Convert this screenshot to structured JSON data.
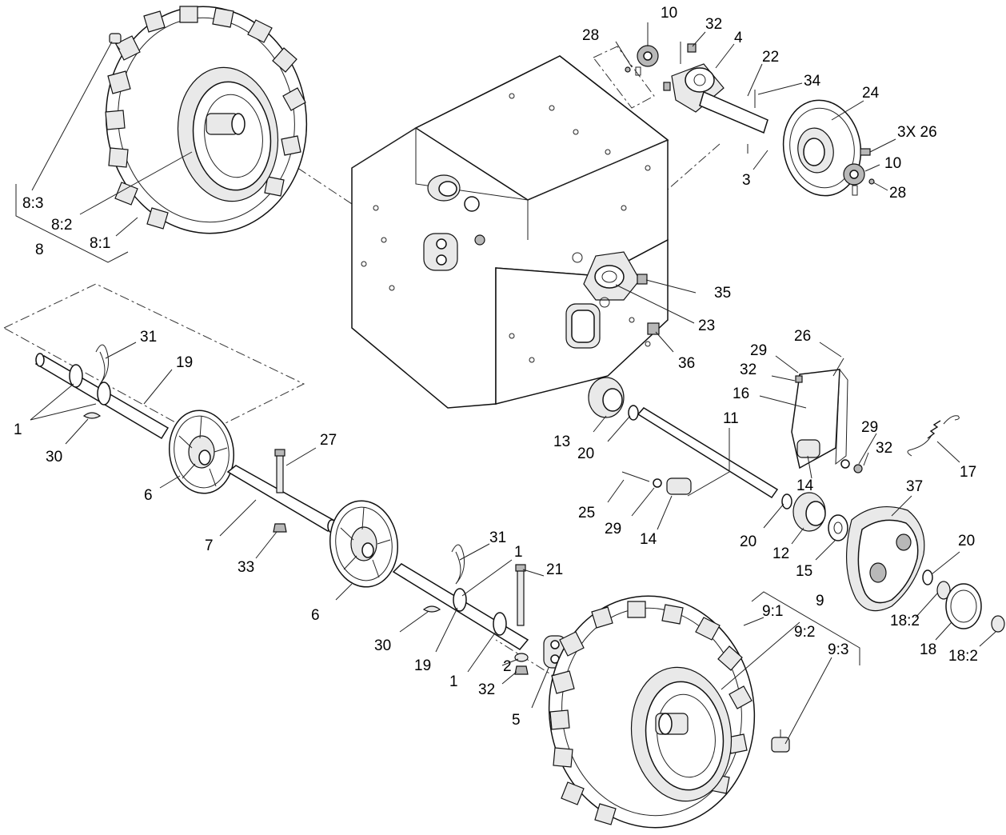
{
  "callouts": [
    {
      "id": "c-10-top",
      "text": "10"
    },
    {
      "id": "c-28-top",
      "text": "28"
    },
    {
      "id": "c-32-top",
      "text": "32"
    },
    {
      "id": "c-4",
      "text": "4"
    },
    {
      "id": "c-22",
      "text": "22"
    },
    {
      "id": "c-34",
      "text": "34"
    },
    {
      "id": "c-24",
      "text": "24"
    },
    {
      "id": "c-3x26",
      "text": "3X 26"
    },
    {
      "id": "c-10-right",
      "text": "10"
    },
    {
      "id": "c-28-right",
      "text": "28"
    },
    {
      "id": "c-3",
      "text": "3"
    },
    {
      "id": "c-8-3",
      "text": "8:3"
    },
    {
      "id": "c-8-2",
      "text": "8:2"
    },
    {
      "id": "c-8-1",
      "text": "8:1"
    },
    {
      "id": "c-8",
      "text": "8"
    },
    {
      "id": "c-35",
      "text": "35"
    },
    {
      "id": "c-23",
      "text": "23"
    },
    {
      "id": "c-36",
      "text": "36"
    },
    {
      "id": "c-26-mid",
      "text": "26"
    },
    {
      "id": "c-29-mid",
      "text": "29"
    },
    {
      "id": "c-32-mid",
      "text": "32"
    },
    {
      "id": "c-16",
      "text": "16"
    },
    {
      "id": "c-31-left",
      "text": "31"
    },
    {
      "id": "c-19-left",
      "text": "19"
    },
    {
      "id": "c-1-left",
      "text": "1"
    },
    {
      "id": "c-30-left",
      "text": "30"
    },
    {
      "id": "c-27",
      "text": "27"
    },
    {
      "id": "c-6-left",
      "text": "6"
    },
    {
      "id": "c-7",
      "text": "7"
    },
    {
      "id": "c-33",
      "text": "33"
    },
    {
      "id": "c-11",
      "text": "11"
    },
    {
      "id": "c-13",
      "text": "13"
    },
    {
      "id": "c-20-a",
      "text": "20"
    },
    {
      "id": "c-29-r",
      "text": "29"
    },
    {
      "id": "c-32-r",
      "text": "32"
    },
    {
      "id": "c-17",
      "text": "17"
    },
    {
      "id": "c-14-a",
      "text": "14"
    },
    {
      "id": "c-25",
      "text": "25"
    },
    {
      "id": "c-29-b",
      "text": "29"
    },
    {
      "id": "c-14-b",
      "text": "14"
    },
    {
      "id": "c-37",
      "text": "37"
    },
    {
      "id": "c-20-b",
      "text": "20"
    },
    {
      "id": "c-12",
      "text": "12"
    },
    {
      "id": "c-15",
      "text": "15"
    },
    {
      "id": "c-20-c",
      "text": "20"
    },
    {
      "id": "c-31-mid",
      "text": "31"
    },
    {
      "id": "c-1-mid",
      "text": "1"
    },
    {
      "id": "c-21",
      "text": "21"
    },
    {
      "id": "c-6-mid",
      "text": "6"
    },
    {
      "id": "c-30-mid",
      "text": "30"
    },
    {
      "id": "c-19-mid",
      "text": "19"
    },
    {
      "id": "c-2",
      "text": "2"
    },
    {
      "id": "c-1-low",
      "text": "1"
    },
    {
      "id": "c-32-low",
      "text": "32"
    },
    {
      "id": "c-5",
      "text": "5"
    },
    {
      "id": "c-9",
      "text": "9"
    },
    {
      "id": "c-9-1",
      "text": "9:1"
    },
    {
      "id": "c-9-2",
      "text": "9:2"
    },
    {
      "id": "c-9-3",
      "text": "9:3"
    },
    {
      "id": "c-18-2-a",
      "text": "18:2"
    },
    {
      "id": "c-18",
      "text": "18"
    },
    {
      "id": "c-18-2-b",
      "text": "18:2"
    }
  ]
}
